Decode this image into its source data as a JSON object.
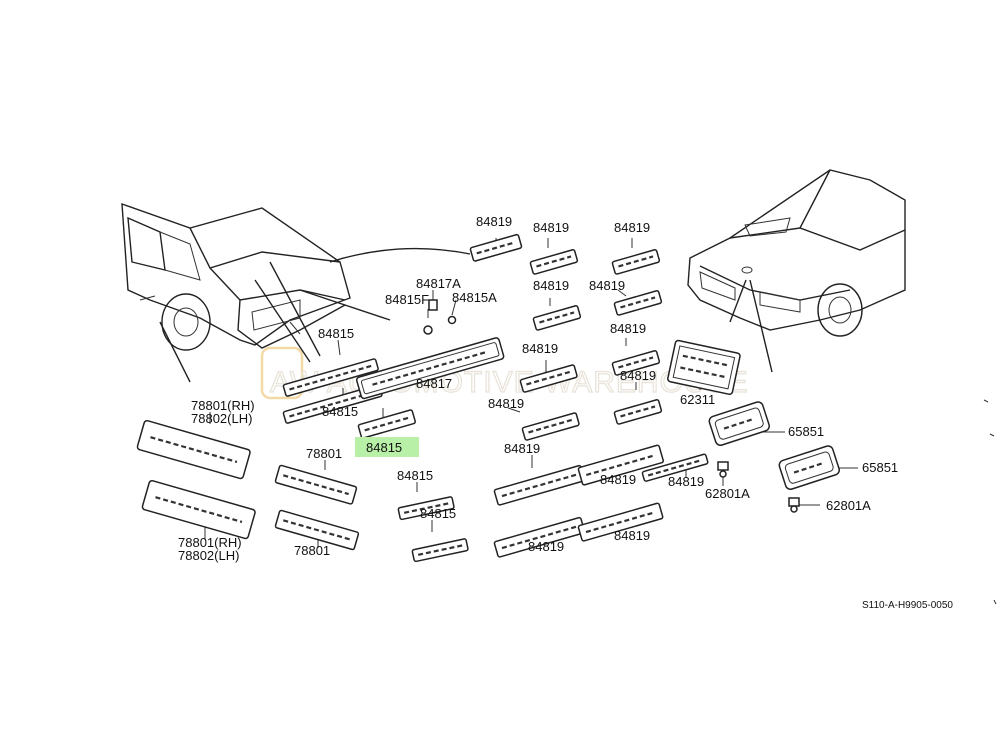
{
  "watermark": "AW AUTOMOTIVE WAREHOUSE",
  "diagram_code": "S110-A-H9905-0050",
  "highlight_color": "#b9f0a8",
  "parts": {
    "p84819_a": "84819",
    "p84819_b": "84819",
    "p84819_c": "84819",
    "p84819_d": "84819",
    "p84819_e": "84819",
    "p84819_f": "84819",
    "p84819_g": "84819",
    "p84819_h": "84819",
    "p84819_i": "84819",
    "p84819_j": "84819",
    "p84819_k": "84819",
    "p84819_l": "84819",
    "p84819_m": "84819",
    "p84819_n": "84819",
    "p84817a": "84817A",
    "p84815f": "84815F",
    "p84815a": "84815A",
    "p84815_top": "84815",
    "p84815_mid": "84815",
    "p84815_hl": "84815",
    "p84815_lo1": "84815",
    "p84815_lo2": "84815",
    "p84817": "84817",
    "p78801_rh": "78801(RH)",
    "p78802_lh": "78802(LH)",
    "p78801_rh2": "78801(RH)",
    "p78802_lh2": "78802(LH)",
    "p78801_a": "78801",
    "p78801_b": "78801",
    "p62311": "62311",
    "p65851_a": "65851",
    "p65851_b": "65851",
    "p62801a_a": "62801A",
    "p62801a_b": "62801A"
  }
}
